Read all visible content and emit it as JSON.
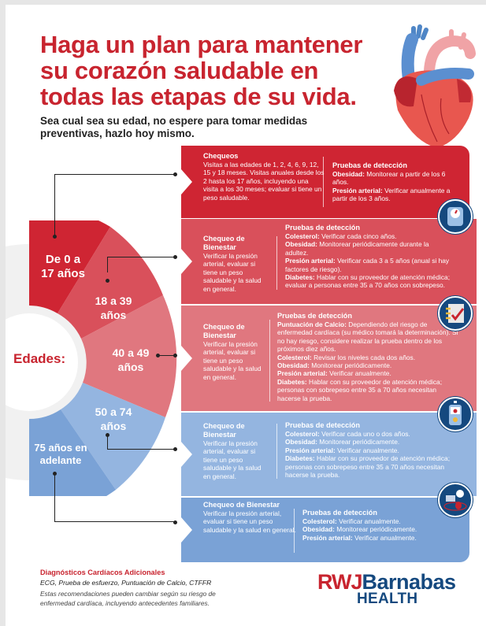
{
  "header": {
    "title": "Haga un plan para mantener su corazón saludable en todas las etapas de su vida.",
    "subtitle": "Sea cual sea su edad, no espere para tomar medidas preventivas, hazlo hoy mismo.",
    "image": "anatomical-heart-illustration"
  },
  "wheel": {
    "center_label": "Edades:",
    "segments": [
      {
        "label": "De 0 a 17 años",
        "line1": "De 0 a",
        "line2": "17 años",
        "color": "#cf2533"
      },
      {
        "label": "18 a 39 años",
        "line1": "18 a 39",
        "line2": "años",
        "color": "#d9505b"
      },
      {
        "label": "40 a 49 años",
        "line1": "40 a 49",
        "line2": "años",
        "color": "#e0777f"
      },
      {
        "label": "50 a 74 años",
        "line1": "50 a 74",
        "line2": "años",
        "color": "#94b5e0"
      },
      {
        "label": "75 años en adelante",
        "line1": "75 años en",
        "line2": "adelante",
        "color": "#7aa2d6"
      }
    ]
  },
  "panels": [
    {
      "age": "De 0 a 17 años",
      "left_heading": "Chequeos",
      "left_text": "Visitas a las edades de 1, 2, 4, 6, 9, 12, 15 y 18 meses. Visitas anuales desde los 2 hasta los 17 años, incluyendo una visita a los 30 meses; evaluar si tiene un peso saludable.",
      "right_heading": "Pruebas de detección",
      "items": [
        {
          "label": "Obesidad:",
          "text": "Monitorear a partir de los 6 años."
        },
        {
          "label": "Presión arterial:",
          "text": "Verificar anualmente a partir de los 3 años."
        }
      ],
      "icon": "scale-icon"
    },
    {
      "age": "18 a 39 años",
      "left_heading": "Chequeo de Bienestar",
      "left_text": "Verificar la presión arterial, evaluar si tiene un peso saludable y la salud en general.",
      "right_heading": "Pruebas de detección",
      "items": [
        {
          "label": "Colesterol:",
          "text": "Verificar cada cinco años."
        },
        {
          "label": "Obesidad:",
          "text": "Monitorear periódicamente durante la adultez."
        },
        {
          "label": "Presión arterial:",
          "text": "Verificar cada 3 a 5 años (anual si hay factores de riesgo)."
        },
        {
          "label": "Diabetes:",
          "text": "Hablar con su proveedor de atención médica; evaluar a personas entre 35 a 70 años con sobrepeso."
        }
      ],
      "icon": "checklist-icon"
    },
    {
      "age": "40 a 49 años",
      "left_heading": "Chequeo de Bienestar",
      "left_text": "Verificar la presión arterial, evaluar si tiene un peso saludable y la salud en general.",
      "right_heading": "Pruebas de detección",
      "items": [
        {
          "label": "Puntuación de Calcio:",
          "text": "Dependiendo del riesgo de enfermedad cardíaca (su médico tomará la determinación). Si no hay riesgo, considere realizar la prueba dentro de los próximos diez años."
        },
        {
          "label": "Colesterol:",
          "text": "Revisar los niveles cada dos años."
        },
        {
          "label": "Obesidad:",
          "text": "Monitorear periódicamente."
        },
        {
          "label": "Presión arterial:",
          "text": "Verificar anualmente."
        },
        {
          "label": "Diabetes:",
          "text": "Hablar con su proveedor de atención médica; personas con sobrepeso entre 35 a 70 años necesitan hacerse la prueba."
        }
      ],
      "icon": "glucose-meter-icon"
    },
    {
      "age": "50 a 74 años",
      "left_heading": "Chequeo de Bienestar",
      "left_text": "Verificar la presión arterial, evaluar si tiene un peso saludable y la salud en general.",
      "right_heading": "Pruebas de detección",
      "items": [
        {
          "label": "Colesterol:",
          "text": "Verificar cada uno o dos años."
        },
        {
          "label": "Obesidad:",
          "text": "Monitorear periódicamente."
        },
        {
          "label": "Presión arterial:",
          "text": "Verificar anualmente."
        },
        {
          "label": "Diabetes:",
          "text": "Hablar con su proveedor de atención médica; personas con sobrepeso entre 35 a 70 años necesitan hacerse la prueba."
        }
      ],
      "icon": "blood-pressure-icon"
    },
    {
      "age": "75 años en adelante",
      "left_heading": "Chequeo de Bienestar",
      "left_text": "Verificar la presión arterial, evaluar si tiene un peso saludable y la salud en general.",
      "right_heading": "Pruebas de detección",
      "items": [
        {
          "label": "Colesterol:",
          "text": "Verificar anualmente."
        },
        {
          "label": "Obesidad:",
          "text": "Monitorear periódicamente."
        },
        {
          "label": "Presión arterial:",
          "text": "Verificar anualmente."
        }
      ]
    }
  ],
  "footer": {
    "heading": "Diagnósticos Cardíacos Adicionales",
    "list": "ECG, Prueba de esfuerzo, Puntuación de Calcio, CTFFR",
    "note": "Estas recomendaciones pueden cambiar según su riesgo de enfermedad cardíaca, incluyendo antecedentes familiares."
  },
  "logo": {
    "part1": "RWJ",
    "part2": "Barnabas",
    "part3": "HEALTH"
  },
  "colors": {
    "brand_red": "#c8242f",
    "brand_blue": "#15497f"
  }
}
